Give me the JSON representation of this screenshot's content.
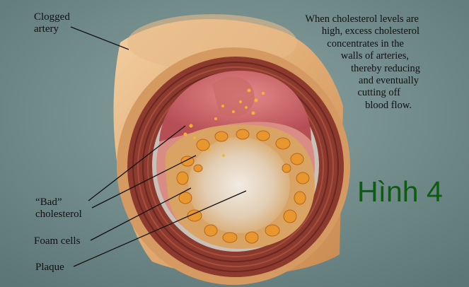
{
  "labels": {
    "clogged_artery": [
      "Clogged",
      "artery"
    ],
    "bad_cholesterol": [
      "“Bad”",
      "cholesterol"
    ],
    "foam_cells": "Foam cells",
    "plaque": "Plaque"
  },
  "caption": [
    "When cholesterol levels are",
    "high, excess cholesterol",
    "concentrates in the",
    "walls of arteries,",
    "thereby reducing",
    "and eventually",
    "cutting off",
    "blood flow."
  ],
  "figure_label": "Hình 4",
  "colors": {
    "background": "#6f8a8b",
    "artery_outer": "#e3b27c",
    "artery_wall": "#8c3a2e",
    "lumen": "#d06a6a",
    "plaque": "#e7d9c8",
    "foam_cells": "#e29a33",
    "figure_label": "#0c5d12"
  }
}
